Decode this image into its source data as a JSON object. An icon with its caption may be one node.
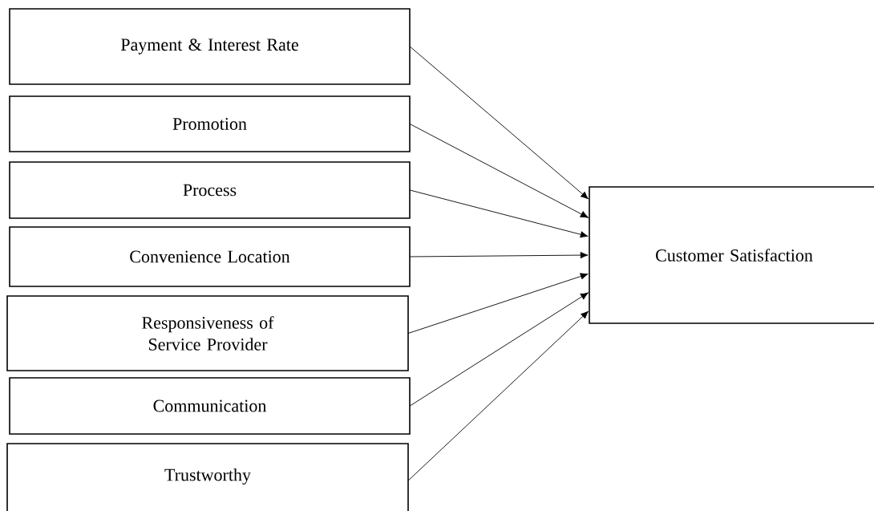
{
  "diagram": {
    "nodes": [
      {
        "text": [
          "Payment & Interest Rate"
        ]
      },
      {
        "text": [
          "Promotion"
        ]
      },
      {
        "text": [
          "Process"
        ]
      },
      {
        "text": [
          "Convenience Location"
        ]
      },
      {
        "text": [
          "Responsiveness of Service Provider"
        ]
      },
      {
        "text": [
          "Communication"
        ]
      },
      {
        "text": [
          "Trustworthy"
        ]
      },
      {
        "text": [
          "Customer Satisfaction"
        ]
      }
    ],
    "edges": [
      {
        "from": 0,
        "to": 7,
        "arrow": "to"
      },
      {
        "from": 1,
        "to": 7,
        "arrow": "to"
      },
      {
        "from": 2,
        "to": 7,
        "arrow": "to"
      },
      {
        "from": 3,
        "to": 7,
        "arrow": "to"
      },
      {
        "from": 4,
        "to": 7,
        "arrow": "to"
      },
      {
        "from": 5,
        "to": 7,
        "arrow": "to"
      },
      {
        "from": 6,
        "to": 7,
        "arrow": "to"
      }
    ]
  }
}
